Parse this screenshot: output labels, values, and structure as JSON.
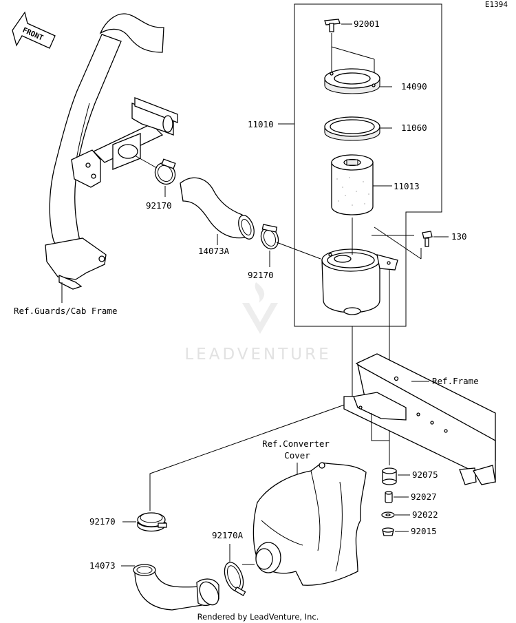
{
  "diagram_code": "E1394",
  "front_label": "FRONT",
  "watermark": "LEADVENTURE",
  "credit": "Rendered by LeadVenture, Inc.",
  "refs": {
    "guards": "Ref.Guards/Cab Frame",
    "frame": "Ref.Frame",
    "converter_line1": "Ref.Converter",
    "converter_line2": "Cover"
  },
  "parts": {
    "p92001": "92001",
    "p14090": "14090",
    "p11010": "11010",
    "p11060": "11060",
    "p11013": "11013",
    "p130": "130",
    "p92170_top": "92170",
    "p14073A": "14073A",
    "p92170_mid": "92170",
    "p92075": "92075",
    "p92027": "92027",
    "p92022": "92022",
    "p92015": "92015",
    "p92170_low": "92170",
    "p92170A": "92170A",
    "p14073": "14073"
  }
}
